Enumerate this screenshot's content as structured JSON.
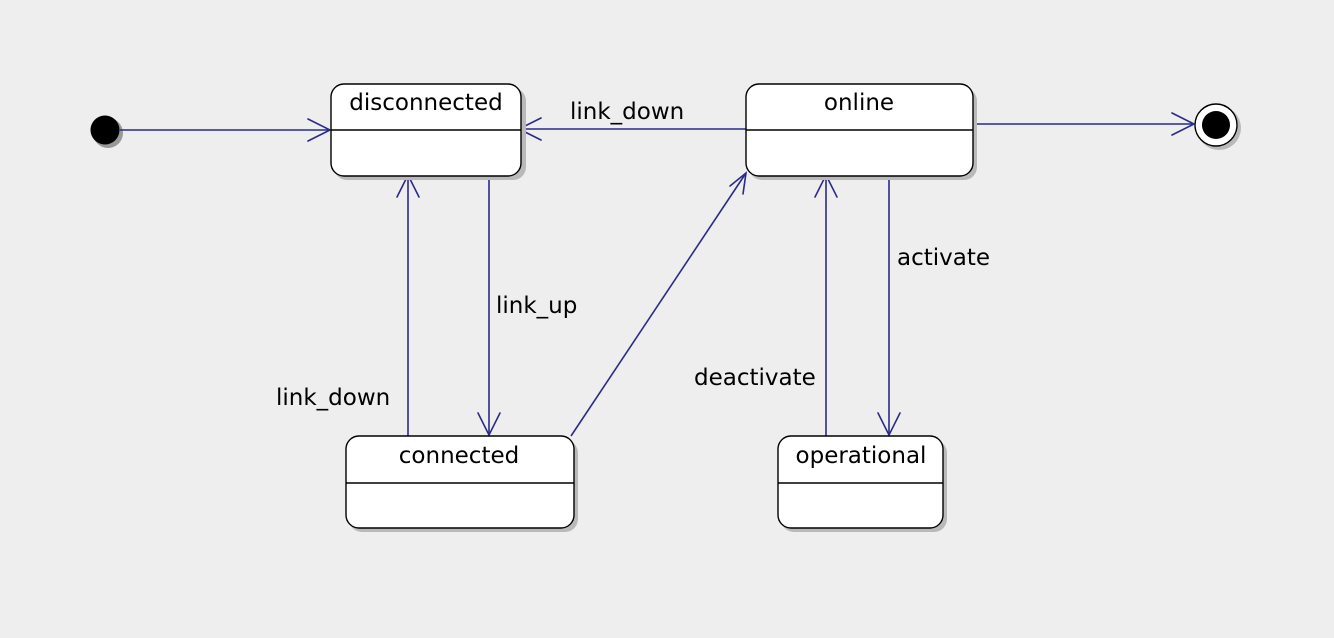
{
  "colors": {
    "background": "#eeeeee",
    "edge": "#2a2a8a",
    "state_fill": "#ffffff",
    "node_fill": "#000000"
  },
  "states": {
    "disconnected": "disconnected",
    "online": "online",
    "connected": "connected",
    "operational": "operational"
  },
  "transitions": {
    "online_to_disconnected": "link_down",
    "disconnected_to_connected": "link_up",
    "connected_to_disconnected": "link_down",
    "online_to_operational": "activate",
    "operational_to_online": "deactivate"
  },
  "pseudostates": {
    "initial": "initial-node",
    "final": "final-node"
  }
}
